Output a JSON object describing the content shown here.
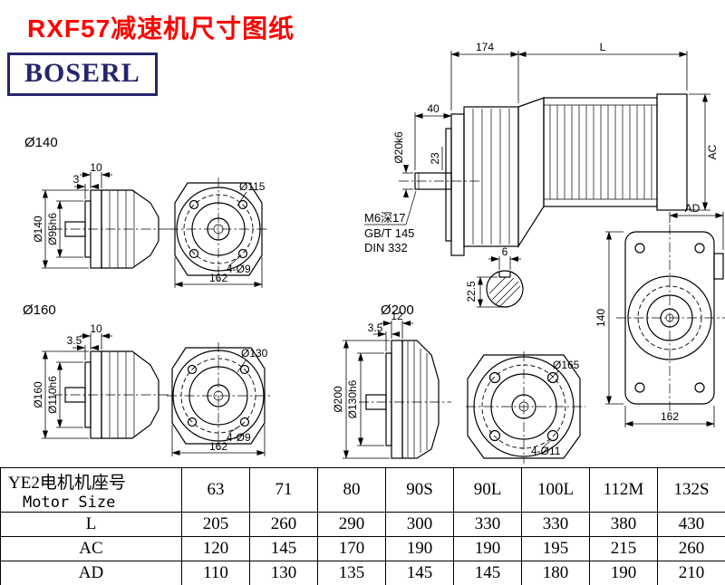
{
  "page": {
    "title": "RXF57减速机尺寸图纸",
    "logo": "BOSERL"
  },
  "views": {
    "flange140": {
      "title": "Ø140",
      "dims": {
        "width": "10",
        "step": "3",
        "outer": "Ø140",
        "spigot": "Ø95h6",
        "bolt_circle": "Ø115",
        "holes": "4-Ø9",
        "base": "162"
      }
    },
    "flange160": {
      "title": "Ø160",
      "dims": {
        "width": "10",
        "step": "3.5",
        "outer": "Ø160",
        "spigot": "Ø110h6",
        "bolt_circle": "Ø130",
        "holes": "4-Ø9",
        "base": "162"
      }
    },
    "flange200": {
      "title": "Ø200",
      "dims": {
        "width": "12",
        "step": "3.5",
        "outer": "Ø200",
        "spigot": "Ø130h6",
        "bolt_circle": "Ø165",
        "holes": "4-Ø11"
      }
    },
    "assembly": {
      "dims": {
        "front_length": "174",
        "motor_length": "L",
        "shaft_length": "40",
        "shaft_dia": "Ø20k6",
        "shoulder": "23",
        "motor_height": "AC"
      },
      "center_hole": {
        "thread": "M6深17",
        "std1": "GB/T 145",
        "std2": "DIN 332"
      },
      "key_section": {
        "width": "6",
        "depth": "22.5"
      }
    },
    "housing_rear": {
      "dims": {
        "ad": "AD",
        "height": "140",
        "width": "162"
      }
    }
  },
  "table": {
    "header": {
      "line1": "YE2电机机座号",
      "line2": "Motor Size"
    },
    "columns": [
      "63",
      "71",
      "80",
      "90S",
      "90L",
      "100L",
      "112M",
      "132S"
    ],
    "rows": [
      {
        "label": "L",
        "values": [
          "205",
          "260",
          "290",
          "300",
          "330",
          "330",
          "380",
          "430"
        ]
      },
      {
        "label": "AC",
        "values": [
          "120",
          "145",
          "170",
          "190",
          "190",
          "195",
          "215",
          "260"
        ]
      },
      {
        "label": "AD",
        "values": [
          "110",
          "130",
          "135",
          "145",
          "145",
          "180",
          "190",
          "210"
        ]
      }
    ]
  }
}
